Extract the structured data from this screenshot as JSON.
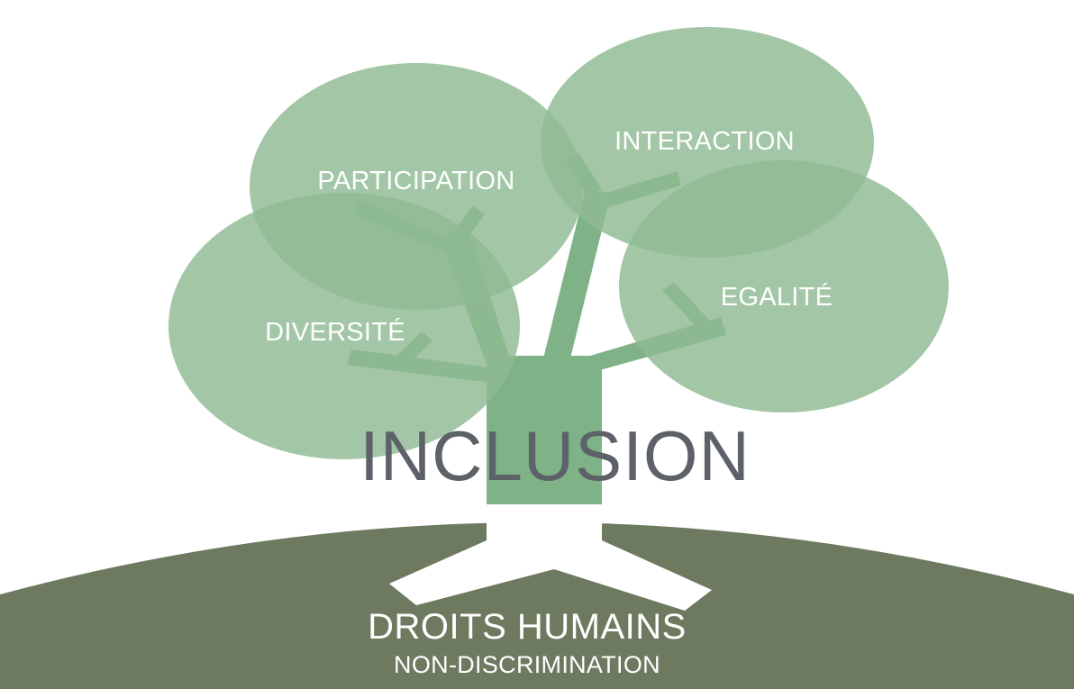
{
  "concepts": {
    "participation": "PARTICIPATION",
    "interaction": "INTERACTION",
    "egalite": "EGALITÉ",
    "diversite": "DIVERSITÉ"
  },
  "central_label": "INCLUSION",
  "foundation": {
    "title": "DROITS HUMAINS",
    "subtitle": "NON-DISCRIMINATION"
  },
  "colors": {
    "foliage": "#8fbb93",
    "trunk": "#7fb387",
    "ground": "#6d7a5f",
    "label_text": "#ffffff",
    "main_text": "#5d6268"
  }
}
